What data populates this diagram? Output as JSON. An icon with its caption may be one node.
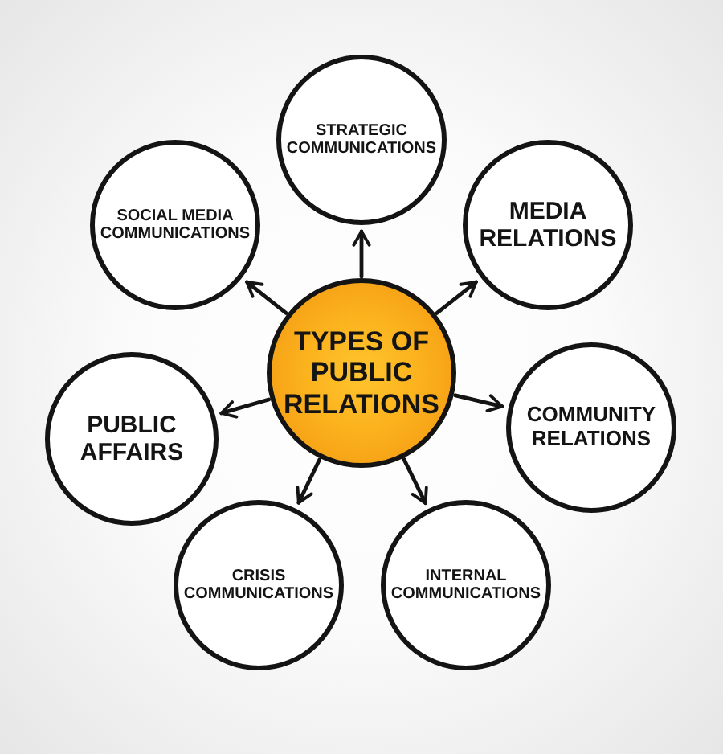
{
  "diagram": {
    "nodes": [
      {
        "text": [
          "TYPES OF PUBLIC RELATIONS"
        ]
      },
      {
        "text": [
          "STRATEGIC COMMUNICATIONS"
        ]
      },
      {
        "text": [
          "SOCIAL MEDIA COMMUNICATIONS"
        ]
      },
      {
        "text": [
          "MEDIA RELATIONS"
        ]
      },
      {
        "text": [
          "PUBLIC AFFAIRS"
        ]
      },
      {
        "text": [
          "COMMUNITY RELATIONS"
        ]
      },
      {
        "text": [
          "CRISIS COMMUNICATIONS"
        ]
      },
      {
        "text": [
          "INTERNAL COMMUNICATIONS"
        ]
      }
    ],
    "edges": [
      {
        "from": 0,
        "to": 1,
        "arrow": "to"
      },
      {
        "from": 0,
        "to": 2,
        "arrow": "to"
      },
      {
        "from": 0,
        "to": 3,
        "arrow": "to"
      },
      {
        "from": 0,
        "to": 4,
        "arrow": "to"
      },
      {
        "from": 0,
        "to": 5,
        "arrow": "to"
      },
      {
        "from": 0,
        "to": 6,
        "arrow": "to"
      },
      {
        "from": 0,
        "to": 7,
        "arrow": "to"
      }
    ]
  }
}
